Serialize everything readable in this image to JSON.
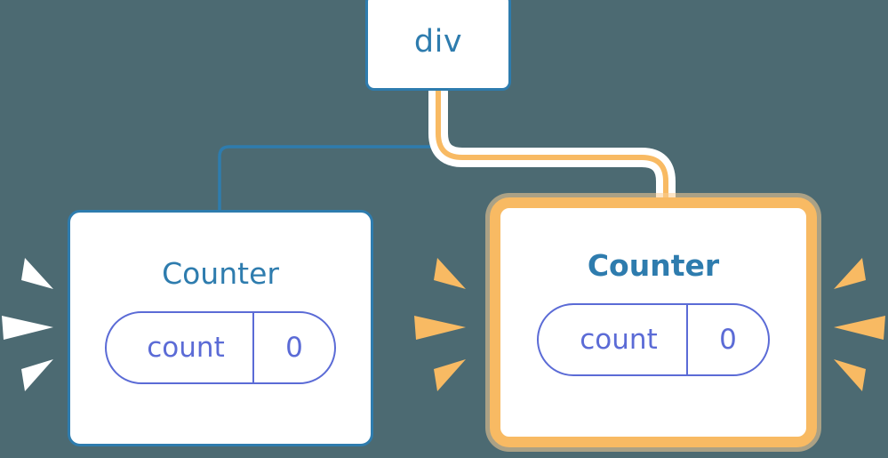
{
  "diagram": {
    "type": "component-tree",
    "background_color": "#4c6a72",
    "root": {
      "label": "div",
      "border_color": "#2e7cae",
      "text_color": "#2e7cae"
    },
    "children": [
      {
        "label": "Counter",
        "highlighted": false,
        "border_color": "#2e7cae",
        "text_color": "#2e7cae",
        "state": {
          "key": "count",
          "value": "0",
          "color": "#5b6bd6"
        },
        "edge": {
          "color": "#2e7cae",
          "style": "thin"
        },
        "sparkle": {
          "color": "#ffffff",
          "sides": [
            "left"
          ]
        }
      },
      {
        "label": "Counter",
        "highlighted": true,
        "border_color": "#f8ba63",
        "glow_color": "#facd96",
        "text_color": "#2e7cae",
        "state": {
          "key": "count",
          "value": "0",
          "color": "#5b6bd6"
        },
        "edge": {
          "color": "#f8ba63",
          "casing_color": "#ffffff",
          "style": "thick-highlighted"
        },
        "sparkle": {
          "color": "#f8ba63",
          "sides": [
            "left",
            "right"
          ]
        }
      }
    ],
    "palette": {
      "accent_blue": "#2e7cae",
      "accent_orange": "#f8ba63",
      "accent_purple": "#5b6bd6",
      "white": "#ffffff",
      "background": "#4c6a72"
    }
  }
}
